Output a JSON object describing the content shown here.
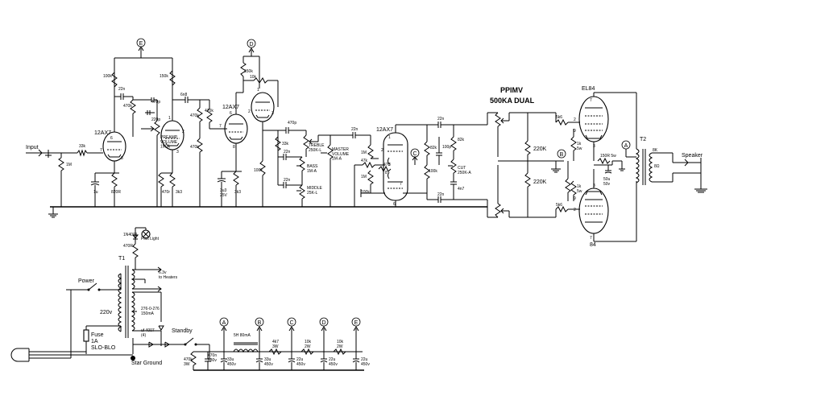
{
  "labels": {
    "input": "Input",
    "r_33k": "33k",
    "r_1m": "1M",
    "c_1u": "1u",
    "r_820r": "820R",
    "v1_12ax7": "12AX7",
    "r_100k": "100k",
    "c_22n_1": "22n",
    "r_470k_1": "470k",
    "c_470p_1": "470p",
    "c_220p": "220p",
    "preamp_volume": "PREAMP\nVOLUME\n1M-A",
    "r_150k_e": "150k",
    "c_6n8": "6n8",
    "r_470k_2": "470k",
    "r_470k_3": "470k",
    "r_470k_4": "470k",
    "r_470r": "470r",
    "r_3k3_1": "3k3",
    "v2_12ax7": "12AX7",
    "r_150k_d": "150k",
    "r_10k_d": "10k",
    "c_3u3": "3u3",
    "v_25v": "25V",
    "r_3k3_2": "3k3",
    "r_100k_2": "100k",
    "c_470p_2": "470p",
    "r_33k_2": "33k",
    "c_22n_2": "22n",
    "c_22n_3": "22n",
    "treble": "TREBLE\n250K-L",
    "bass": "BASS\n1M-A",
    "middle": "MIDDLE\n25K-L",
    "master_volume": "MASTER\nVOLUME\n1M-A",
    "c_22n_4": "22n",
    "r_1m_2": "1M",
    "r_47k": "47k",
    "r_1m_3": "1M",
    "r_470_4": "470",
    "r_100k_3": "100k",
    "v3_12ax7": "12AX7",
    "c_22n_5": "22n",
    "r_82k": "82k",
    "r_100k_4": "100k",
    "c_100p": "100p",
    "r_82k_2": "82k",
    "cut": "CUT\n250K-A",
    "c_4n7": "4n7",
    "c_22n_6": "22n",
    "ppimv": "PPIMV",
    "ppimv_sub": "500KA DUAL",
    "r_220k_1": "220K",
    "r_220k_2": "220K",
    "r_5k6_1": "5k6",
    "r_5k6_2": "5k6",
    "r_1k_5w_1": "1k\n5w",
    "r_1k_5w_2": "1k\n5w",
    "el84_top": "EL84",
    "el84_bot": "84",
    "r_150r_5w": "150R 5w",
    "c_50u": "50u\n50v",
    "t2": "T2",
    "r_8k": "8K",
    "r_8ohm": "8Ω",
    "speaker": "Speaker",
    "diode_1n4001": "1N4001",
    "r_470r_2": "470R",
    "pilot_light": "Pilot Light",
    "t1": "T1",
    "power": "Power",
    "v_220v": "220v",
    "heaters": "6.3v\nto Heaters",
    "ht_winding": "276-0-276\n150mA",
    "diodes_uf4007": "uf 4007\n(4)",
    "standby": "Standby",
    "fuse": "Fuse\n1A\nSLO-BLO",
    "star_ground": "Star Ground",
    "r_470k_3w": "470k\n3W",
    "c_470n": "470n\n630v",
    "c_33u_1": "33u\n450v",
    "choke": "5H 80mA",
    "c_33u_2": "33u\n450v",
    "r_4k7_3w": "4k7\n3W",
    "c_22u_1": "22u\n450v",
    "r_10k_2w_1": "10k\n2W",
    "c_22u_2": "22u\n450v",
    "r_10k_2w_2": "10k\n2W",
    "c_22u_3": "22u\n450v"
  },
  "nodes": {
    "A": "A",
    "B": "B",
    "C": "C",
    "D": "D",
    "E": "E"
  },
  "tube_pins": {
    "v1_6": "6",
    "v1_8": "8",
    "v1_7": "7",
    "v1_1": "1",
    "v1_2": "2",
    "v1_3": "3",
    "v2_6": "6",
    "v2_8": "8",
    "v2_7": "7",
    "v2_1": "1",
    "v2_2": "2",
    "v2_3": "3",
    "v3_1": "1",
    "v3_2": "2",
    "v3_3": "3",
    "v3_6": "6",
    "v3_7": "7",
    "v3_8": "8",
    "el_top_7": "7",
    "el_top_9": "9",
    "el_top_2": "2",
    "el_top_3": "3",
    "el_bot_9": "9",
    "el_bot_2": "2",
    "el_bot_3": "3",
    "el_bot_7": "7"
  }
}
